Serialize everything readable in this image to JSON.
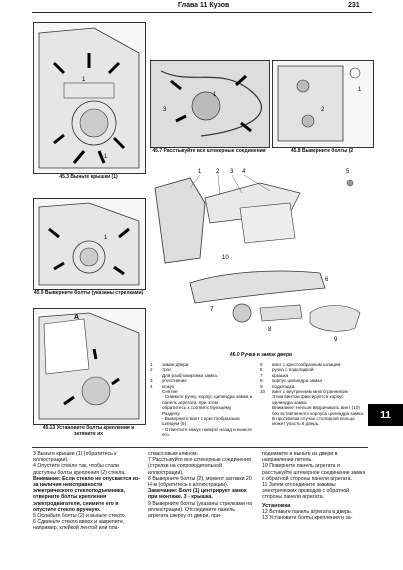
{
  "header": {
    "chapter": "Глава 11 Кузов",
    "page_number": "231"
  },
  "figures": [
    {
      "id": "45.3",
      "caption": "45.3 Выньте крышки (1)"
    },
    {
      "id": "45.7",
      "caption": "45.7 Расстыкуйте все штекерные соединения"
    },
    {
      "id": "45.8",
      "caption": "45.8 Выверните болты (2"
    },
    {
      "id": "45.9",
      "caption": "45.9 Выверните болты (указаны стрелками)"
    },
    {
      "id": "45.13",
      "caption": "45.13 Установите болты крепления и затяните их"
    },
    {
      "id": "46.0",
      "caption": "46.0 Ручка и замок двери"
    }
  ],
  "labels": {
    "fig45_3": [
      "1",
      "1"
    ],
    "fig45_7": [
      "1",
      "3"
    ],
    "fig45_8": [
      "1",
      "2"
    ],
    "fig45_9": [
      "1"
    ],
    "fig45_13": [
      "A"
    ],
    "fig46": [
      "1",
      "2",
      "3",
      "4",
      "5",
      "6",
      "7",
      "8",
      "9",
      "10"
    ]
  },
  "legend_left": [
    {
      "num": "1",
      "text": "замок двери"
    },
    {
      "num": "2",
      "text": "трос"
    },
    {
      "num": "",
      "text": "Для разблокировки замка."
    },
    {
      "num": "3",
      "text": "уплотнение"
    },
    {
      "num": "4",
      "text": "кожух"
    },
    {
      "num": "",
      "text": "Снятие"
    },
    {
      "num": "",
      "text": "- Снимите ручку, корпус цилиндра замка и панель агрегата, при этом"
    },
    {
      "num": "",
      "text": "обратитесь к соответствующему"
    },
    {
      "num": "",
      "text": "Разделу."
    },
    {
      "num": "",
      "text": "- Выверните винт с крестообразным шлицем (5)."
    },
    {
      "num": "",
      "text": "- Отвинтите кожух наверх/ назад и выньте его."
    }
  ],
  "legend_right": [
    {
      "num": "5",
      "text": "винт с крестообразным шлицем"
    },
    {
      "num": "6",
      "text": "ручка с подкладкой"
    },
    {
      "num": "7",
      "text": "крышка"
    },
    {
      "num": "8",
      "text": "корпус цилиндра замка"
    },
    {
      "num": "9",
      "text": "подкладка"
    },
    {
      "num": "10",
      "text": "винт с внутренним многогранником"
    },
    {
      "num": "",
      "text": "Этим винтом фиксируется корпус цилиндра замка."
    },
    {
      "num": "",
      "text": "Внимание: Нельзя вворачивать винт (10) без вставленного корпуса цилиндра замка. В противном случае столорнов кольцо может упасть в дверь."
    }
  ],
  "text_col1": [
    "3 Выньте крышки (1) (обратитесь к иллюстрации).",
    "4 Опустите стекло так, чтобы стали доступны болты крепления (2) стекла.",
    "Внимание: Если стекло не опускается из-за наличия неисправности электрического стеклоподъемника, отверните болты крепления электродвигателя, снимите его и опустите стекло вручную.",
    "5 Ослабьте болты (2) и выньте стекло.",
    "6 Сдвиньте стекло вверх и закрепите, например, клейкой лентой или пла-"
  ],
  "text_col2": [
    "стмассовым клином.",
    "7 Расстыкуйте все штекерные соединения (стрелки на сопроводительной иллюстрации).",
    "8 Выверните болты (2), момент затяжки 20 Н·м (обратитесь к иллюстрации).",
    "Замечание: Болт (1) центрирует замок при монтаже. 3 - крышка.",
    "9 Выверните болты (указаны стрелками на иллюстрации). Отсоедините панель агрегата сверху от двери, при-"
  ],
  "text_col3": [
    "поднимите и выньте из двери в направлении петель.",
    "10 Поверните панель агрегата и расстыкуйте штекерное соединение замка с обратной стороны панели агрегата.",
    "11 Затем отсоедините зажимы электрических проводов с обратной стороны панели агрегата."
  ],
  "section_install": "Установка",
  "text_col3_install": [
    "12 Вставьте панель агрегата в дверь.",
    "13 Установите болты крепления и за-"
  ],
  "chapter_tab": "11"
}
